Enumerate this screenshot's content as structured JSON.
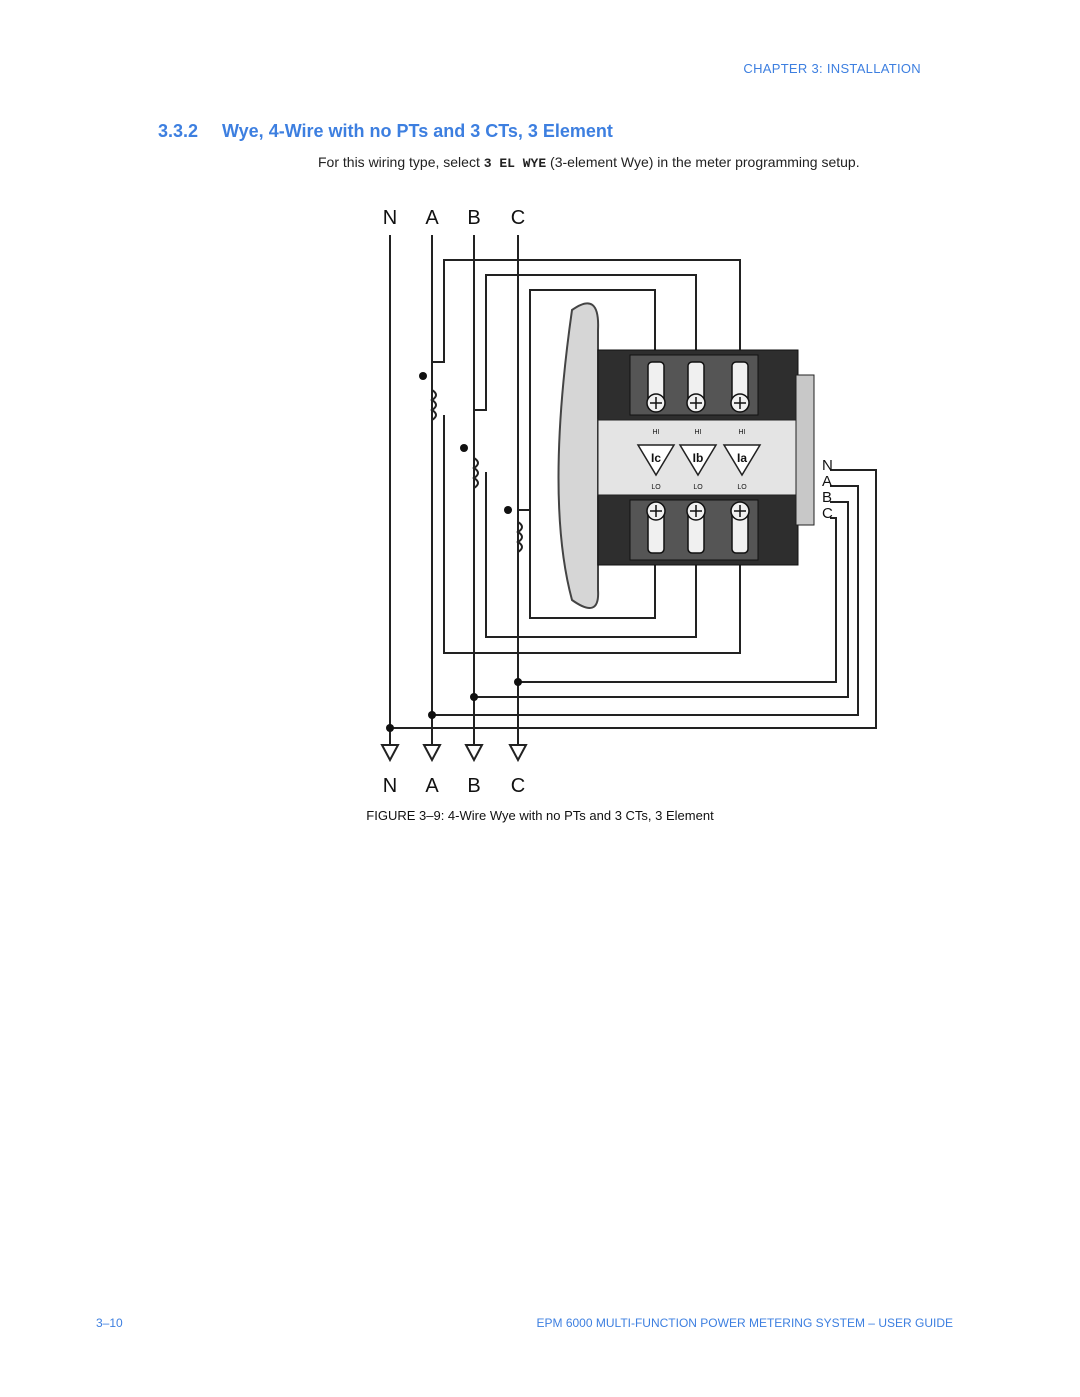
{
  "header": {
    "chapter": "CHAPTER 3: INSTALLATION"
  },
  "section": {
    "number": "3.3.2",
    "title": "Wye, 4-Wire with no PTs and 3 CTs, 3 Element"
  },
  "intro": {
    "before": "For this wiring type, select ",
    "code": "3 EL WYE",
    "after": " (3-element Wye) in the meter programming setup."
  },
  "diagram": {
    "top_labels": [
      "N",
      "A",
      "B",
      "C"
    ],
    "bottom_labels": [
      "N",
      "A",
      "B",
      "C"
    ],
    "meter_voltage_labels": [
      "N",
      "A",
      "B",
      "C"
    ],
    "ct_labels": [
      "Ic",
      "Ib",
      "Ia"
    ],
    "hi_label": "HI",
    "lo_label": "LO"
  },
  "caption": {
    "text": "FIGURE 3–9: 4-Wire Wye with no PTs and 3 CTs, 3 Element"
  },
  "footer": {
    "page": "3–10",
    "guide_title": "EPM 6000 MULTI-FUNCTION POWER METERING SYSTEM – USER GUIDE"
  }
}
